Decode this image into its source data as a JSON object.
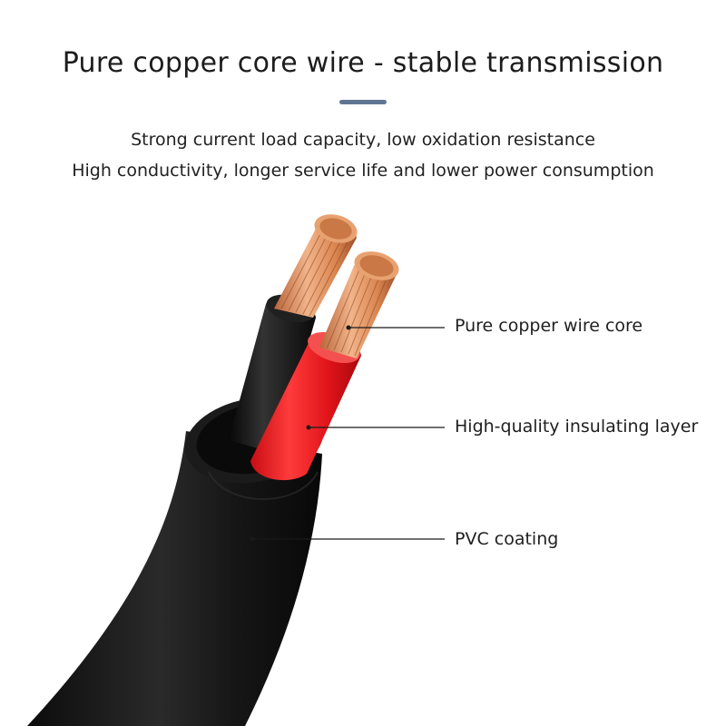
{
  "header": {
    "title": "Pure copper core wire - stable transmission",
    "subtitle_lines": [
      "Strong current load capacity, low oxidation resistance",
      "High conductivity, longer service life and lower power consumption"
    ]
  },
  "callouts": [
    {
      "label": "Pure copper wire core"
    },
    {
      "label": "High-quality insulating layer"
    },
    {
      "label": "PVC coating"
    }
  ],
  "colors": {
    "accent": "#5f7591",
    "outer_jacket": "#151515",
    "black_insulation": "#111111",
    "red_insulation": "#e0141a",
    "copper": "#d9844f"
  }
}
